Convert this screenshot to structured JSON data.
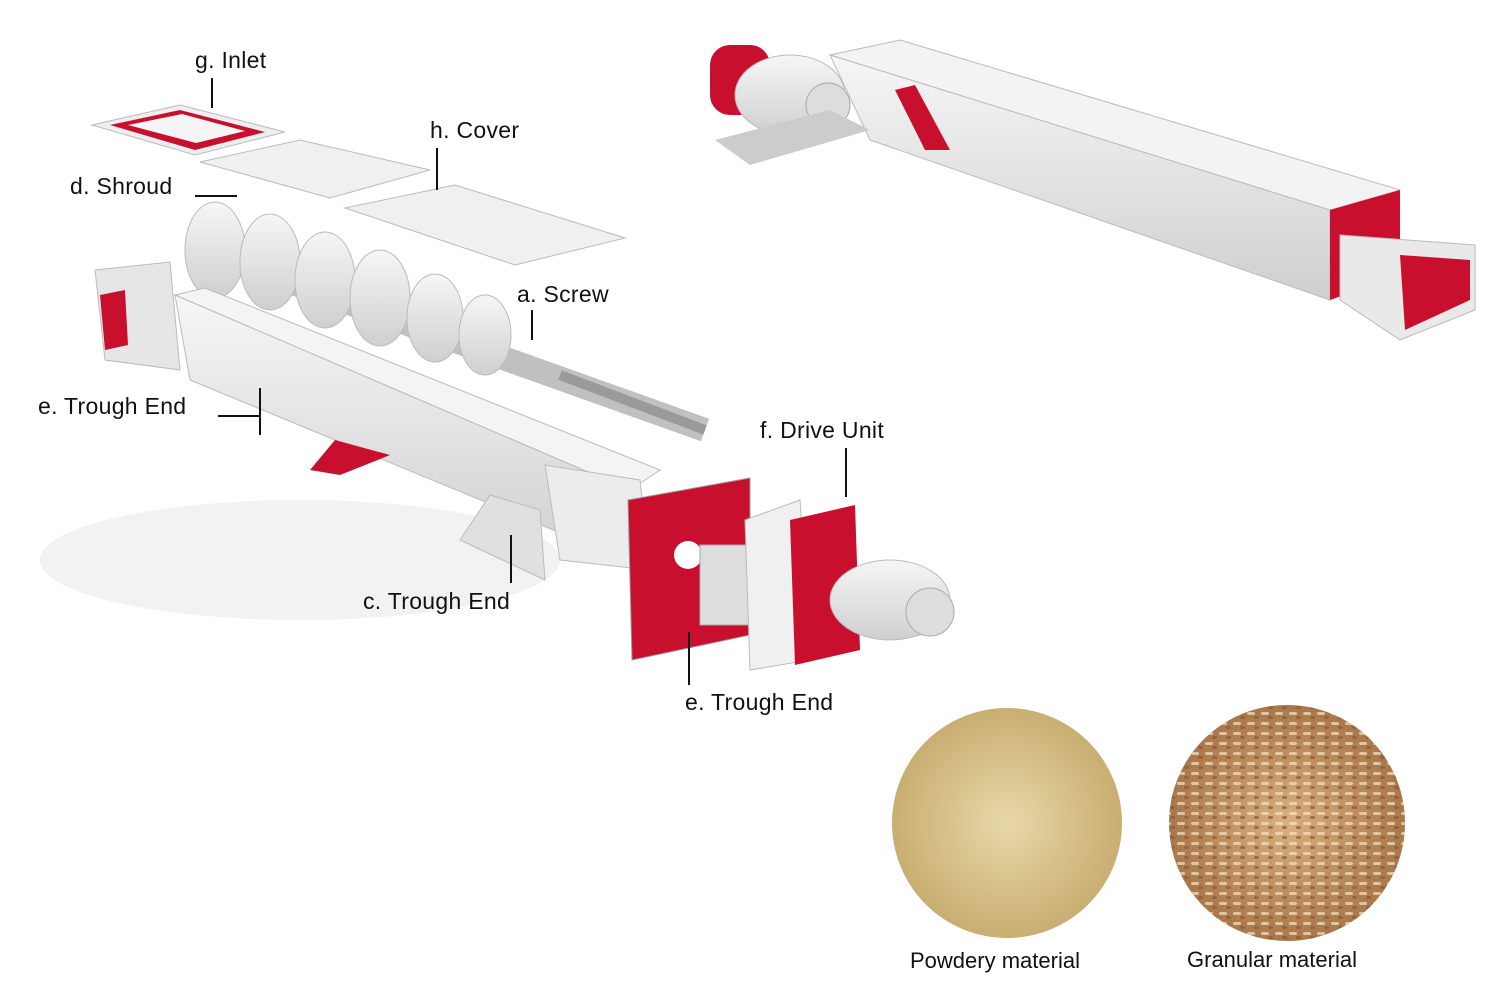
{
  "labels": {
    "inlet": "g. Inlet",
    "cover": "h. Cover",
    "shroud": "d. Shroud",
    "screw": "a. Screw",
    "trough_end_left": "e. Trough End",
    "drive_unit": "f. Drive Unit",
    "trough_end_middle": "c. Trough End",
    "trough_end_right": "e. Trough End"
  },
  "materials": [
    {
      "caption": "Powdery material"
    },
    {
      "caption": "Granular material"
    }
  ],
  "colors": {
    "accent": "#c8102e",
    "metal": "#e6e6e6",
    "shadow": "#bdbdbd",
    "powder": "#d9c38f",
    "granular": "#c89a63"
  }
}
